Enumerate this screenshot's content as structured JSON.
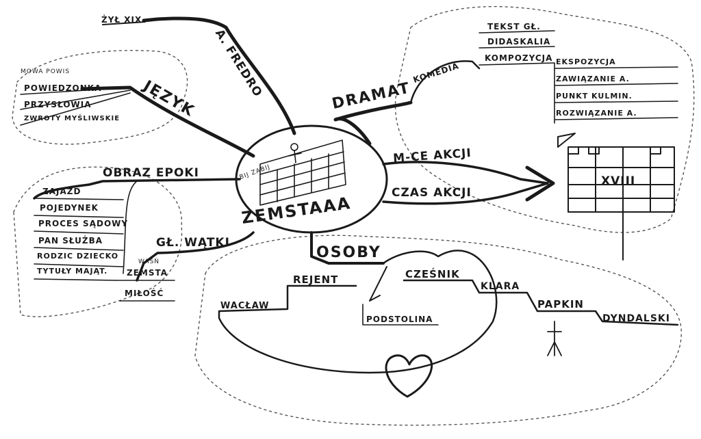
{
  "center": {
    "title": "ZEMSTAAA",
    "wall_caption": "BIJ ZABIJ"
  },
  "branches": {
    "author": "A. FREDRO",
    "era": "ŻYŁ XIX",
    "language": {
      "label": "JĘZYK",
      "note": "MOWA POWIS",
      "items": [
        "POWIEDZONKA",
        "PRZYSŁOWIA",
        "ZWROTY MYŚLIWSKIE"
      ]
    },
    "epoch": {
      "label": "OBRAZ EPOKI",
      "items": [
        "ZAJAZD",
        "POJEDYNEK",
        "PROCES SĄDOWY",
        "PAN SŁUŻBA",
        "RODZIC DZIECKO",
        "TYTUŁY MAJĄT."
      ]
    },
    "threads": {
      "label": "GŁ. WĄTKI",
      "items": [
        "ZEMSTA",
        "MIŁOŚĆ"
      ],
      "note": "WAŚŃ"
    },
    "drama": {
      "label": "DRAMAT",
      "genre": "KOMEDIA",
      "features": [
        "TEKST GŁ.",
        "DIDASKALIA",
        "KOMPOZYCJA"
      ],
      "composition": [
        "EKSPOZYCJA",
        "ZAWIĄZANIE A.",
        "PUNKT KULMIN.",
        "ROZWIĄZANIE A."
      ]
    },
    "place": "M-CE AKCJI",
    "time": "CZAS AKCJI",
    "century": "XVIII",
    "characters": {
      "label": "OSOBY",
      "items": [
        "REJENT",
        "CZEŚNIK",
        "KLARA",
        "PAPKIN",
        "DYNDALSKI",
        "PODSTOLINA",
        "WACŁAW"
      ]
    }
  }
}
